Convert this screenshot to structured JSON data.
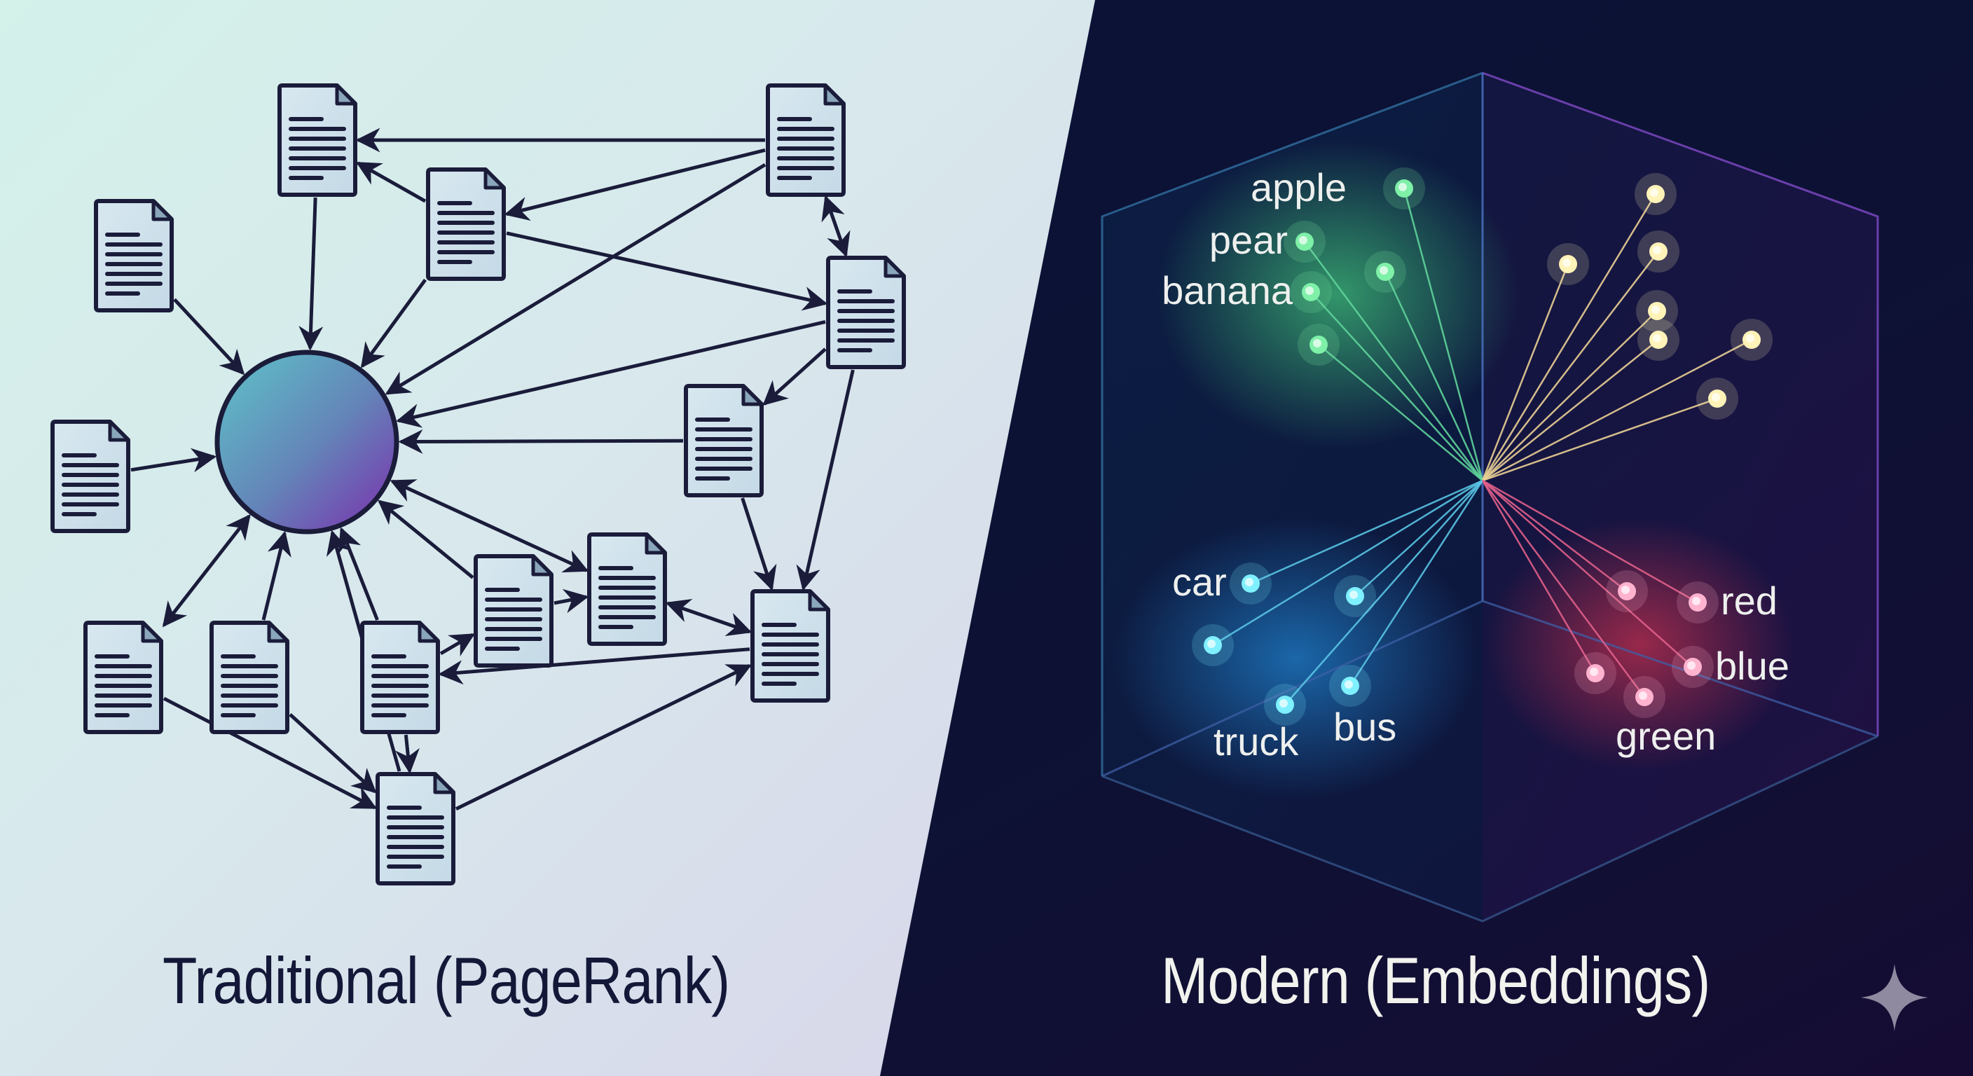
{
  "left_panel": {
    "title": "Traditional (PageRank)",
    "hub_node": "central-page",
    "document_count": 14,
    "edges": [
      {
        "from": "d1",
        "to": "hub"
      },
      {
        "from": "d3",
        "to": "hub"
      },
      {
        "from": "d4",
        "to": "hub"
      },
      {
        "from": "d7",
        "to": "hub"
      },
      {
        "from": "d2",
        "to": "hub"
      },
      {
        "from": "d5",
        "to": "hub"
      },
      {
        "from": "d6",
        "to": "hub"
      },
      {
        "from": "d9",
        "to": "hub",
        "bidirectional": true
      },
      {
        "from": "d8",
        "to": "hub"
      },
      {
        "from": "d13",
        "to": "hub"
      },
      {
        "from": "d14",
        "to": "hub"
      },
      {
        "from": "d12",
        "to": "hub"
      },
      {
        "from": "d11",
        "to": "hub",
        "bidirectional": true
      },
      {
        "from": "d2",
        "to": "d1"
      },
      {
        "from": "d3",
        "to": "d1"
      },
      {
        "from": "d2",
        "to": "d3"
      },
      {
        "from": "d3",
        "to": "d5"
      },
      {
        "from": "d2",
        "to": "d5",
        "bidirectional": true
      },
      {
        "from": "d5",
        "to": "d6"
      },
      {
        "from": "d5",
        "to": "d10"
      },
      {
        "from": "d6",
        "to": "d10"
      },
      {
        "from": "d13",
        "to": "d8"
      },
      {
        "from": "d8",
        "to": "d9"
      },
      {
        "from": "d9",
        "to": "d10",
        "bidirectional": true
      },
      {
        "from": "d10",
        "to": "d13"
      },
      {
        "from": "d13",
        "to": "d14"
      },
      {
        "from": "d11",
        "to": "d14"
      },
      {
        "from": "d12",
        "to": "d14"
      },
      {
        "from": "d14",
        "to": "d10"
      }
    ],
    "colors": {
      "background_top": "#d4efe9",
      "background_bottom": "#d9d8ea",
      "ink": "#1a1c3a",
      "doc_fill": "#cfe0ea",
      "hub_start": "#5fb0c4",
      "hub_end": "#7442b0"
    }
  },
  "right_panel": {
    "title": "Modern (Embeddings)",
    "clusters": [
      {
        "name": "fruits",
        "color": "#7ef0a8",
        "line_color": "#5fd39a",
        "labels": [
          "apple",
          "pear",
          "banana"
        ],
        "point_count": 5
      },
      {
        "name": "unlabeled-yellow",
        "color": "#fff3b8",
        "line_color": "#e9cf94",
        "labels": [],
        "point_count": 7
      },
      {
        "name": "vehicles",
        "color": "#7ff0ff",
        "line_color": "#59c4e4",
        "labels": [
          "car",
          "truck",
          "bus"
        ],
        "point_count": 5
      },
      {
        "name": "colors",
        "color": "#ffb3cf",
        "line_color": "#e0608a",
        "labels": [
          "red",
          "blue",
          "green"
        ],
        "point_count": 5
      }
    ],
    "colors": {
      "background": "#0b1030",
      "cube_edge_left": "#3f79a8",
      "cube_edge_right": "#8a4bc9"
    }
  },
  "watermark": {
    "icon": "sparkle-icon",
    "color": "#8f8aa0"
  }
}
